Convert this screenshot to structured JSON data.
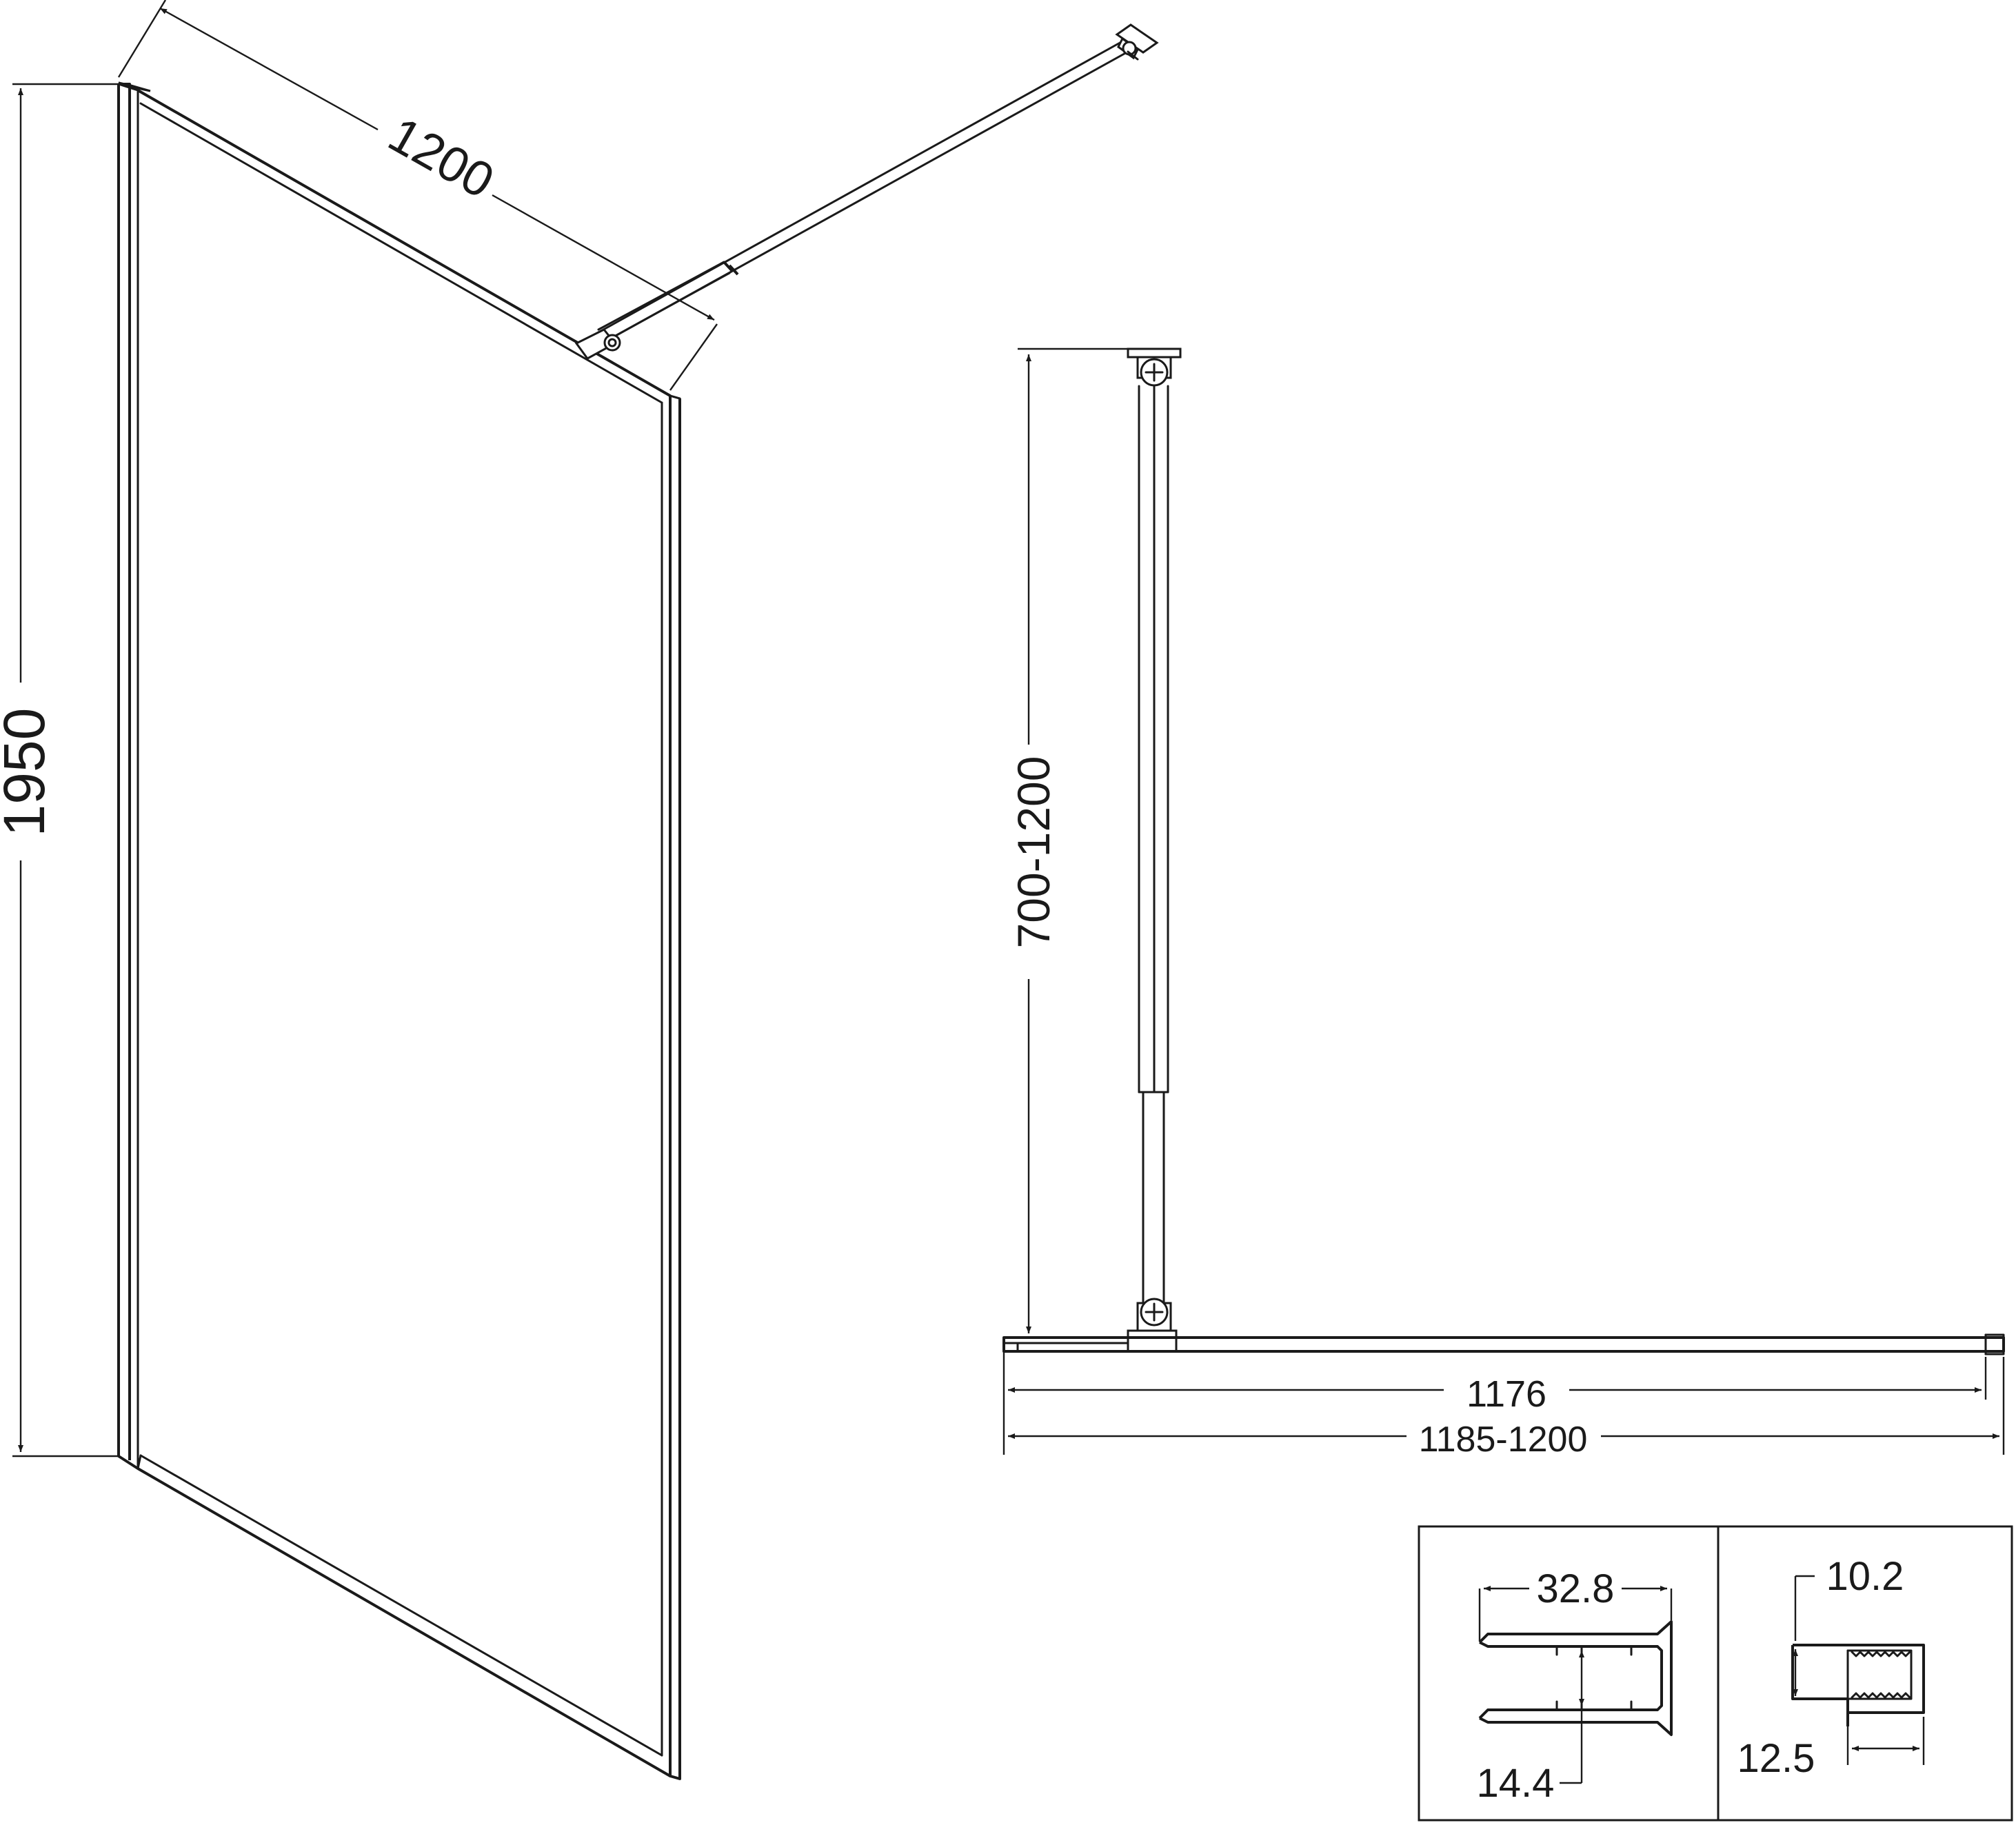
{
  "dimensions": {
    "panel_height": "1950",
    "panel_width": "1200",
    "arm_length_range": "700-1200",
    "glass_width": "1176",
    "total_width_range": "1185-1200"
  },
  "profile_details": {
    "wall_profile_width": "32.8",
    "wall_profile_gap": "14.4",
    "end_profile_thickness": "10.2",
    "end_profile_depth": "12.5"
  }
}
